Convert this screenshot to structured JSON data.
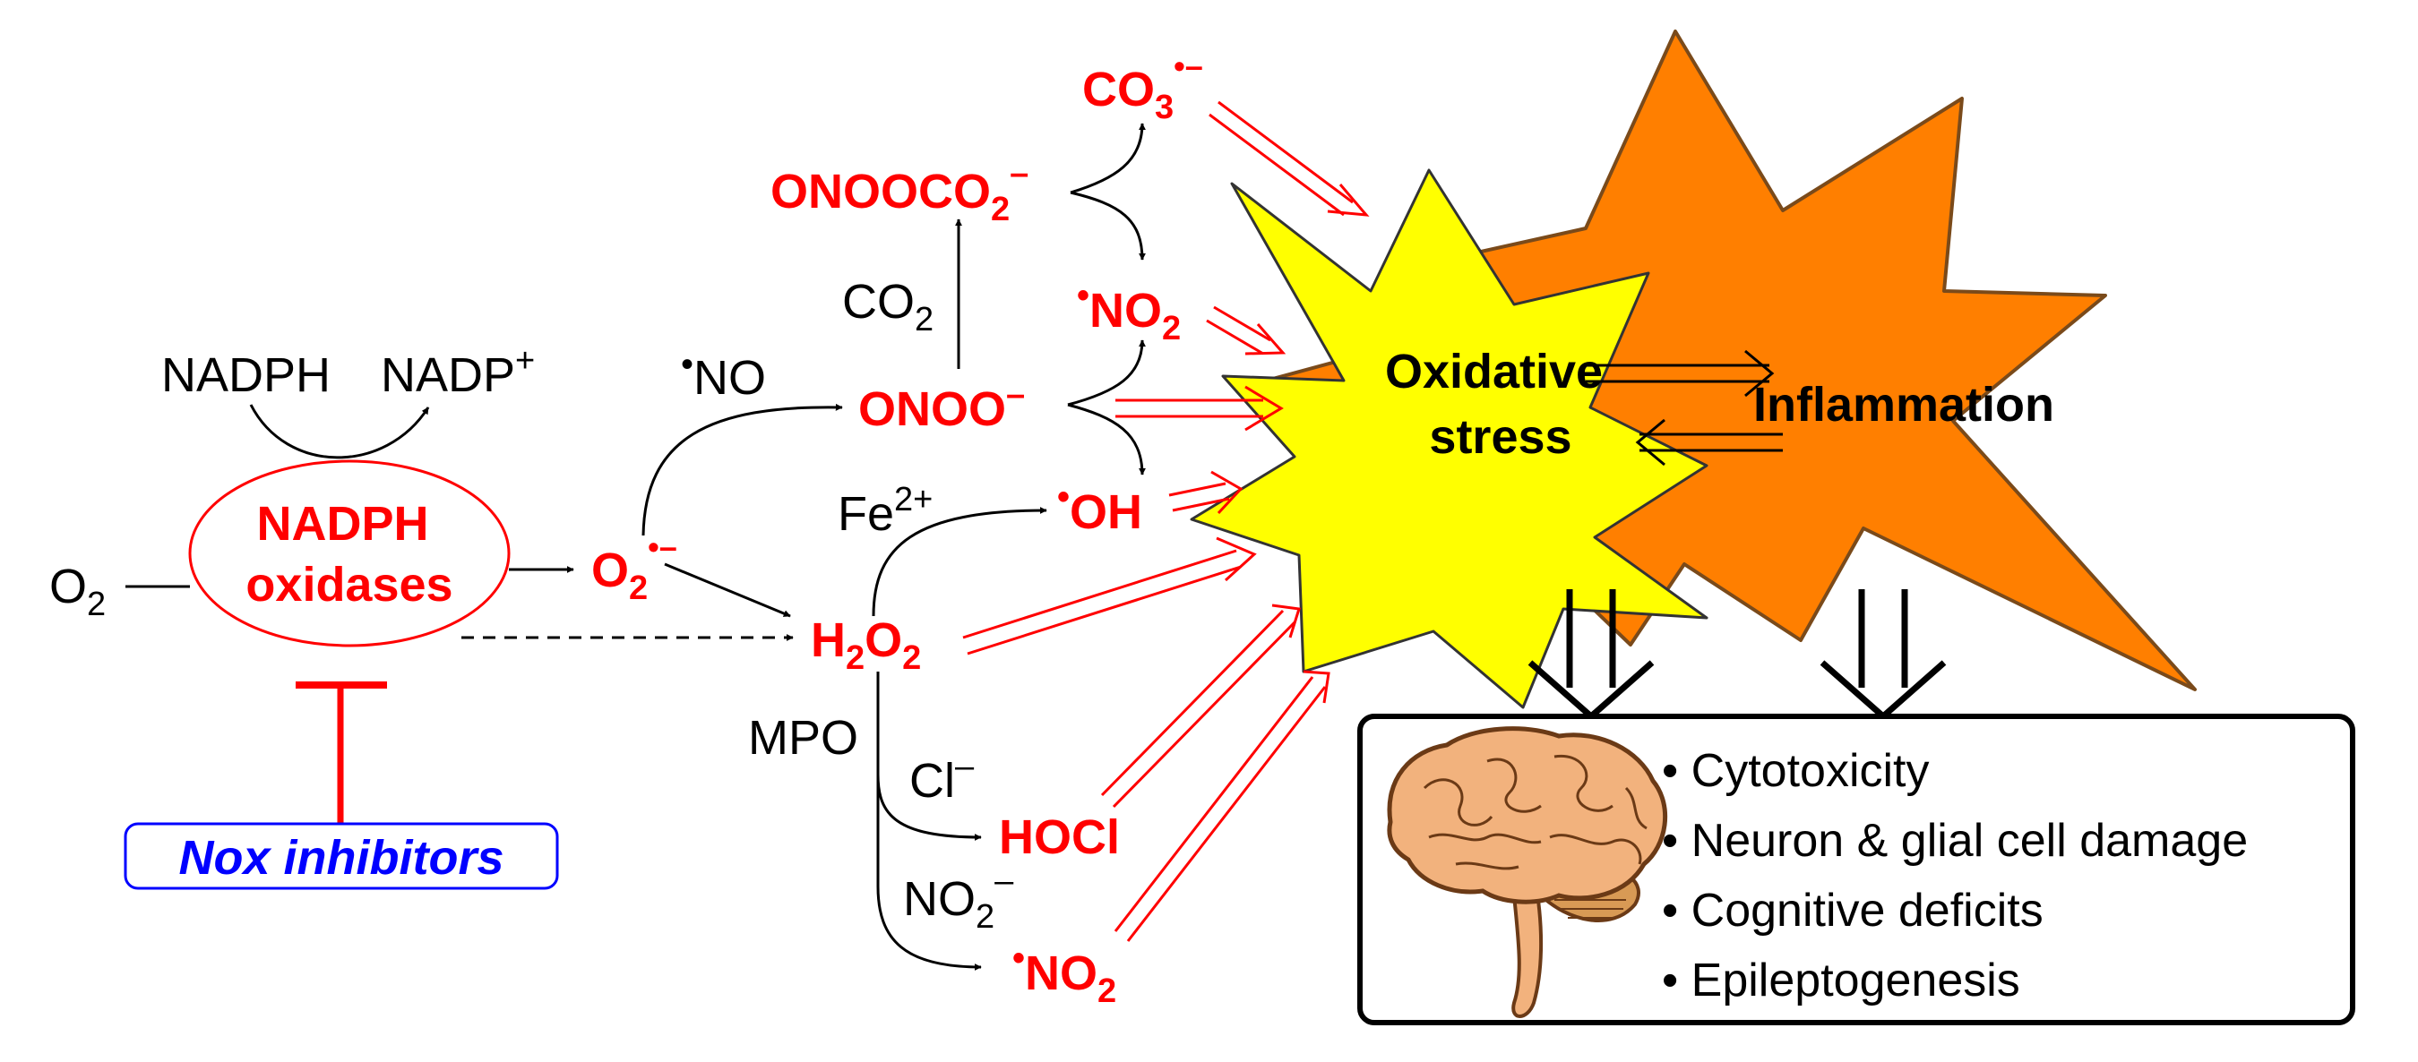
{
  "colors": {
    "red": "#ff0000",
    "blue": "#0000ff",
    "yellow": "#ffff00",
    "orange": "#ff7f00",
    "brain": "#f2b27d"
  },
  "enzyme": {
    "line1": "NADPH",
    "line2": "oxidases"
  },
  "inhibitor": {
    "label": "Nox inhibitors"
  },
  "species": {
    "o2": "O",
    "o2_sub": "2",
    "nadph": "NADPH",
    "nadp": "NADP",
    "nadp_sup": "+",
    "superoxide": "O",
    "superoxide_sub": "2",
    "superoxide_sup": "•–",
    "no_dot": "•",
    "no": "NO",
    "peroxynitrite": "ONOO",
    "peroxynitrite_sup": "–",
    "co2": "CO",
    "co2_sub": "2",
    "nitrosoperoxycarbonate": "ONOOCO",
    "nitrosoperoxycarbonate_sub": "2",
    "nitrosoperoxycarbonate_sup": "–",
    "carbonate": "CO",
    "carbonate_sub": "3",
    "carbonate_sup": "•–",
    "no2_dot": "•",
    "no2": "NO",
    "no2_sub": "2",
    "fe": "Fe",
    "fe_sup": "2+",
    "oh_dot": "•",
    "oh": "OH",
    "h2o2_a": "H",
    "h2o2_sub1": "2",
    "h2o2_b": "O",
    "h2o2_sub2": "2",
    "mpo": "MPO",
    "cl": "Cl",
    "cl_sup": "–",
    "hocl": "HOCl",
    "nitrite": "NO",
    "nitrite_sub": "2",
    "nitrite_sup": "–",
    "no2b_dot": "•",
    "no2b": "NO",
    "no2b_sub": "2"
  },
  "outcomes": {
    "oxidative_line1": "Oxidative",
    "oxidative_line2": "stress",
    "inflammation": "Inflammation"
  },
  "effects": {
    "icon": "brain-icon",
    "items": [
      "• Cytotoxicity",
      "• Neuron & glial cell damage",
      "• Cognitive deficits",
      "• Epileptogenesis"
    ]
  }
}
